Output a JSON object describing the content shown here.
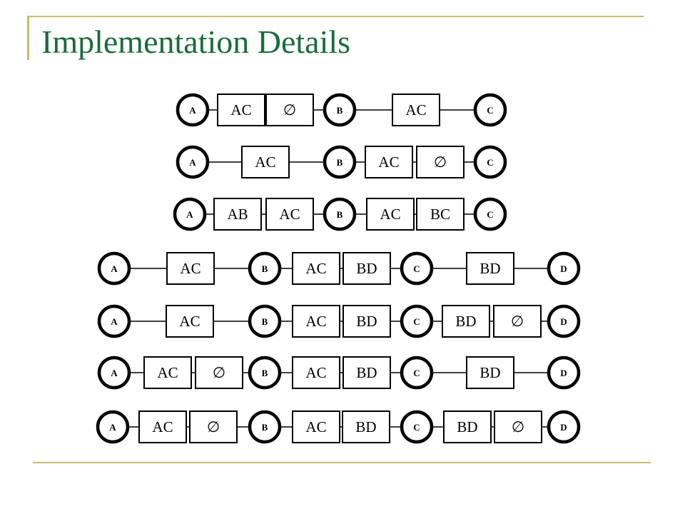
{
  "slide": {
    "title": "Implementation Details",
    "accent_color": "#1a6b3c",
    "rule_color": "#c9b870"
  },
  "diagram": {
    "rows": [
      {
        "items": [
          {
            "type": "node",
            "label": "A"
          },
          {
            "type": "box",
            "label": "AC"
          },
          {
            "type": "box",
            "label": "∅"
          },
          {
            "type": "node",
            "label": "B"
          },
          {
            "type": "box",
            "label": "AC"
          },
          {
            "type": "node",
            "label": "C"
          }
        ]
      },
      {
        "items": [
          {
            "type": "node",
            "label": "A"
          },
          {
            "type": "box",
            "label": "AC"
          },
          {
            "type": "node",
            "label": "B"
          },
          {
            "type": "box",
            "label": "AC"
          },
          {
            "type": "box",
            "label": "∅"
          },
          {
            "type": "node",
            "label": "C"
          }
        ]
      },
      {
        "items": [
          {
            "type": "node",
            "label": "A"
          },
          {
            "type": "box",
            "label": "AB"
          },
          {
            "type": "box",
            "label": "AC"
          },
          {
            "type": "node",
            "label": "B"
          },
          {
            "type": "box",
            "label": "AC"
          },
          {
            "type": "box",
            "label": "BC"
          },
          {
            "type": "node",
            "label": "C"
          }
        ]
      },
      {
        "items": [
          {
            "type": "node",
            "label": "A"
          },
          {
            "type": "box",
            "label": "AC"
          },
          {
            "type": "node",
            "label": "B"
          },
          {
            "type": "box",
            "label": "AC"
          },
          {
            "type": "box",
            "label": "BD"
          },
          {
            "type": "node",
            "label": "C"
          },
          {
            "type": "box",
            "label": "BD"
          },
          {
            "type": "node",
            "label": "D"
          }
        ]
      },
      {
        "items": [
          {
            "type": "node",
            "label": "A"
          },
          {
            "type": "box",
            "label": "AC"
          },
          {
            "type": "node",
            "label": "B"
          },
          {
            "type": "box",
            "label": "AC"
          },
          {
            "type": "box",
            "label": "BD"
          },
          {
            "type": "node",
            "label": "C"
          },
          {
            "type": "box",
            "label": "BD"
          },
          {
            "type": "box",
            "label": "∅"
          },
          {
            "type": "node",
            "label": "D"
          }
        ]
      },
      {
        "items": [
          {
            "type": "node",
            "label": "A"
          },
          {
            "type": "box",
            "label": "AC"
          },
          {
            "type": "box",
            "label": "∅"
          },
          {
            "type": "node",
            "label": "B"
          },
          {
            "type": "box",
            "label": "AC"
          },
          {
            "type": "box",
            "label": "BD"
          },
          {
            "type": "node",
            "label": "C"
          },
          {
            "type": "box",
            "label": "BD"
          },
          {
            "type": "node",
            "label": "D"
          }
        ]
      },
      {
        "items": [
          {
            "type": "node",
            "label": "A"
          },
          {
            "type": "box",
            "label": "AC"
          },
          {
            "type": "box",
            "label": "∅"
          },
          {
            "type": "node",
            "label": "B"
          },
          {
            "type": "box",
            "label": "AC"
          },
          {
            "type": "box",
            "label": "BD"
          },
          {
            "type": "node",
            "label": "C"
          },
          {
            "type": "box",
            "label": "BD"
          },
          {
            "type": "box",
            "label": "∅"
          },
          {
            "type": "node",
            "label": "D"
          }
        ]
      }
    ]
  }
}
